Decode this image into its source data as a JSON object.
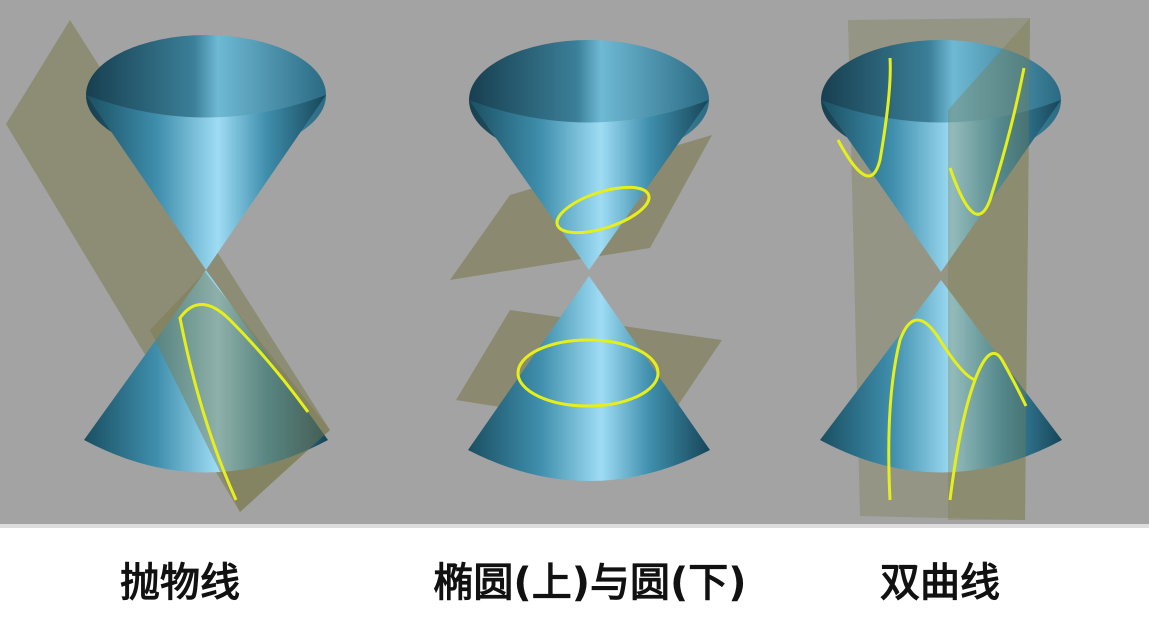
{
  "captions": {
    "parabola": "抛物线",
    "ellipse_circle": "椭圆(上)与圆(下)",
    "hyperbola": "双曲线"
  },
  "colors": {
    "background": "#a3a3a3",
    "plane": "#7b7a4e",
    "curve": "#e6ef1a",
    "cone_dark": "#1a4f62",
    "cone_light": "#9fdcf4"
  }
}
